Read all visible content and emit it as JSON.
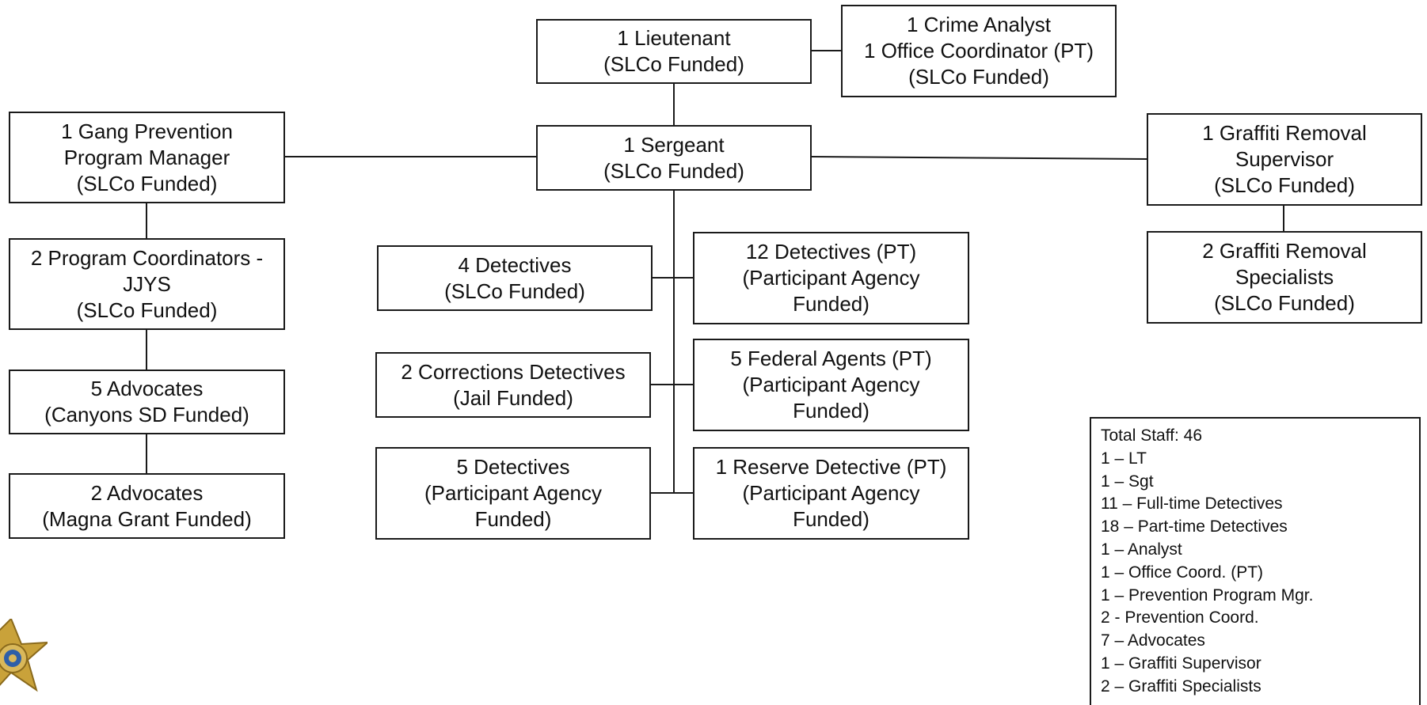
{
  "boxes": {
    "lieutenant": [
      "1 Lieutenant",
      "(SLCo Funded)"
    ],
    "analyst": [
      "1 Crime Analyst",
      "1 Office Coordinator (PT)",
      "(SLCo Funded)"
    ],
    "sergeant": [
      "1 Sergeant",
      "(SLCo Funded)"
    ],
    "gang_manager": [
      "1 Gang Prevention",
      "Program Manager",
      "(SLCo Funded)"
    ],
    "coordinators": [
      "2 Program Coordinators -",
      "JJYS",
      "(SLCo Funded)"
    ],
    "advocates_canyons": [
      "5 Advocates",
      "(Canyons SD Funded)"
    ],
    "advocates_magna": [
      "2 Advocates",
      "(Magna Grant Funded)"
    ],
    "detectives_4": [
      "4 Detectives",
      "(SLCo Funded)"
    ],
    "corrections": [
      "2 Corrections Detectives",
      "(Jail Funded)"
    ],
    "detectives_5": [
      "5 Detectives",
      "(Participant Agency",
      "Funded)"
    ],
    "detectives_12": [
      "12 Detectives (PT)",
      "(Participant Agency",
      "Funded)"
    ],
    "federal_agents": [
      "5 Federal Agents (PT)",
      "(Participant Agency",
      "Funded)"
    ],
    "reserve": [
      "1 Reserve Detective (PT)",
      "(Participant Agency",
      "Funded)"
    ],
    "graffiti_supervisor": [
      "1 Graffiti Removal",
      "Supervisor",
      "(SLCo Funded)"
    ],
    "graffiti_specialists": [
      "2 Graffiti Removal",
      "Specialists",
      "(SLCo Funded)"
    ]
  },
  "legend": [
    "Total Staff: 46",
    "1 – LT",
    "1 – Sgt",
    "11 – Full-time Detectives",
    "18 – Part-time Detectives",
    "1 – Analyst",
    "1 – Office Coord. (PT)",
    "1 – Prevention Program Mgr.",
    "2 - Prevention Coord.",
    "7 – Advocates",
    "1 – Graffiti Supervisor",
    "2 – Graffiti Specialists"
  ],
  "colors": {
    "line": "#1a1a1a",
    "badge_gold": "#c9a23a",
    "badge_blue": "#2e5fa8"
  },
  "icons": {
    "badge": "sheriff-star-badge-icon"
  }
}
